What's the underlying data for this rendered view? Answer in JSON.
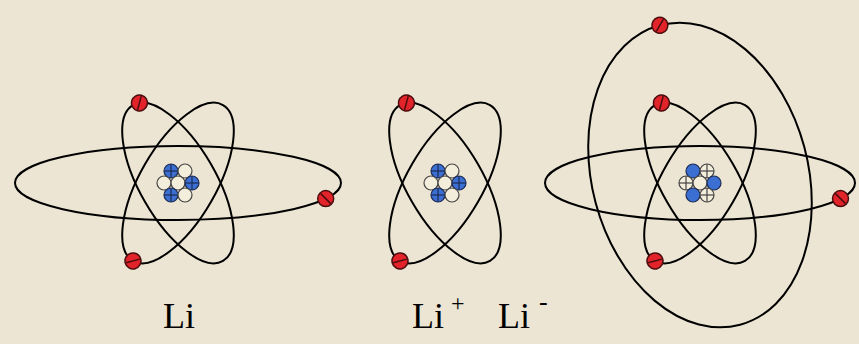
{
  "diagram": {
    "labels": [
      "Li",
      "Li",
      "+",
      "Li",
      "-"
    ]
  }
}
